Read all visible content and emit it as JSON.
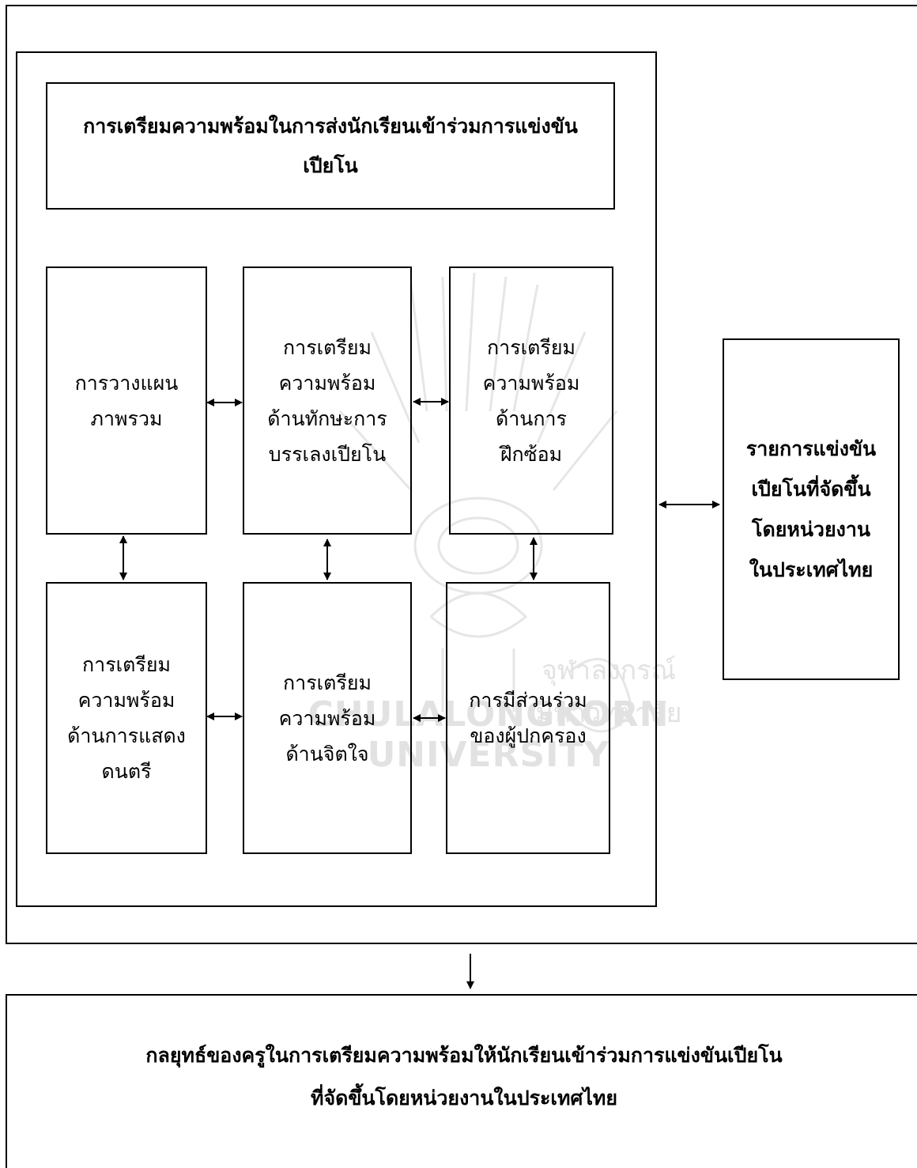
{
  "diagram": {
    "header": "การเตรียมความพร้อมในการส่งนักเรียนเข้าร่วมการแข่งขัน\nเปียโน",
    "boxes": {
      "overall_planning": "การวางแผน\nภาพรวม",
      "skill_prep": "การเตรียม\nความพร้อม\nด้านทักษะการ\nบรรเลงเปียโน",
      "practice_prep": "การเตรียม\nความพร้อม\nด้านการ\nฝึกซ้อม",
      "performance_prep": "การเตรียม\nความพร้อม\nด้านการแสดง\nดนตรี",
      "mental_prep": "การเตรียม\nความพร้อม\nด้านจิตใจ",
      "parent_participation": "การมีส่วนร่วม\nของผู้ปกครอง"
    },
    "competitions": "รายการแข่งขัน\nเปียโนที่จัดขึ้น\nโดยหน่วยงาน\nในประเทศไทย",
    "result": "กลยุทธ์ของครูในการเตรียมความพร้อมให้นักเรียนเข้าร่วมการแข่งขันเปียโน\nที่จัดขึ้นโดยหน่วยงานในประเทศไทย"
  },
  "watermark": {
    "thai": "จุฬาลงกรณ์มหาวิทยาลัย",
    "english": "CHULALONGKORN UNIVERSITY"
  },
  "colors": {
    "line": "#000000",
    "watermark": "#e2e2e2",
    "background": "#ffffff"
  }
}
